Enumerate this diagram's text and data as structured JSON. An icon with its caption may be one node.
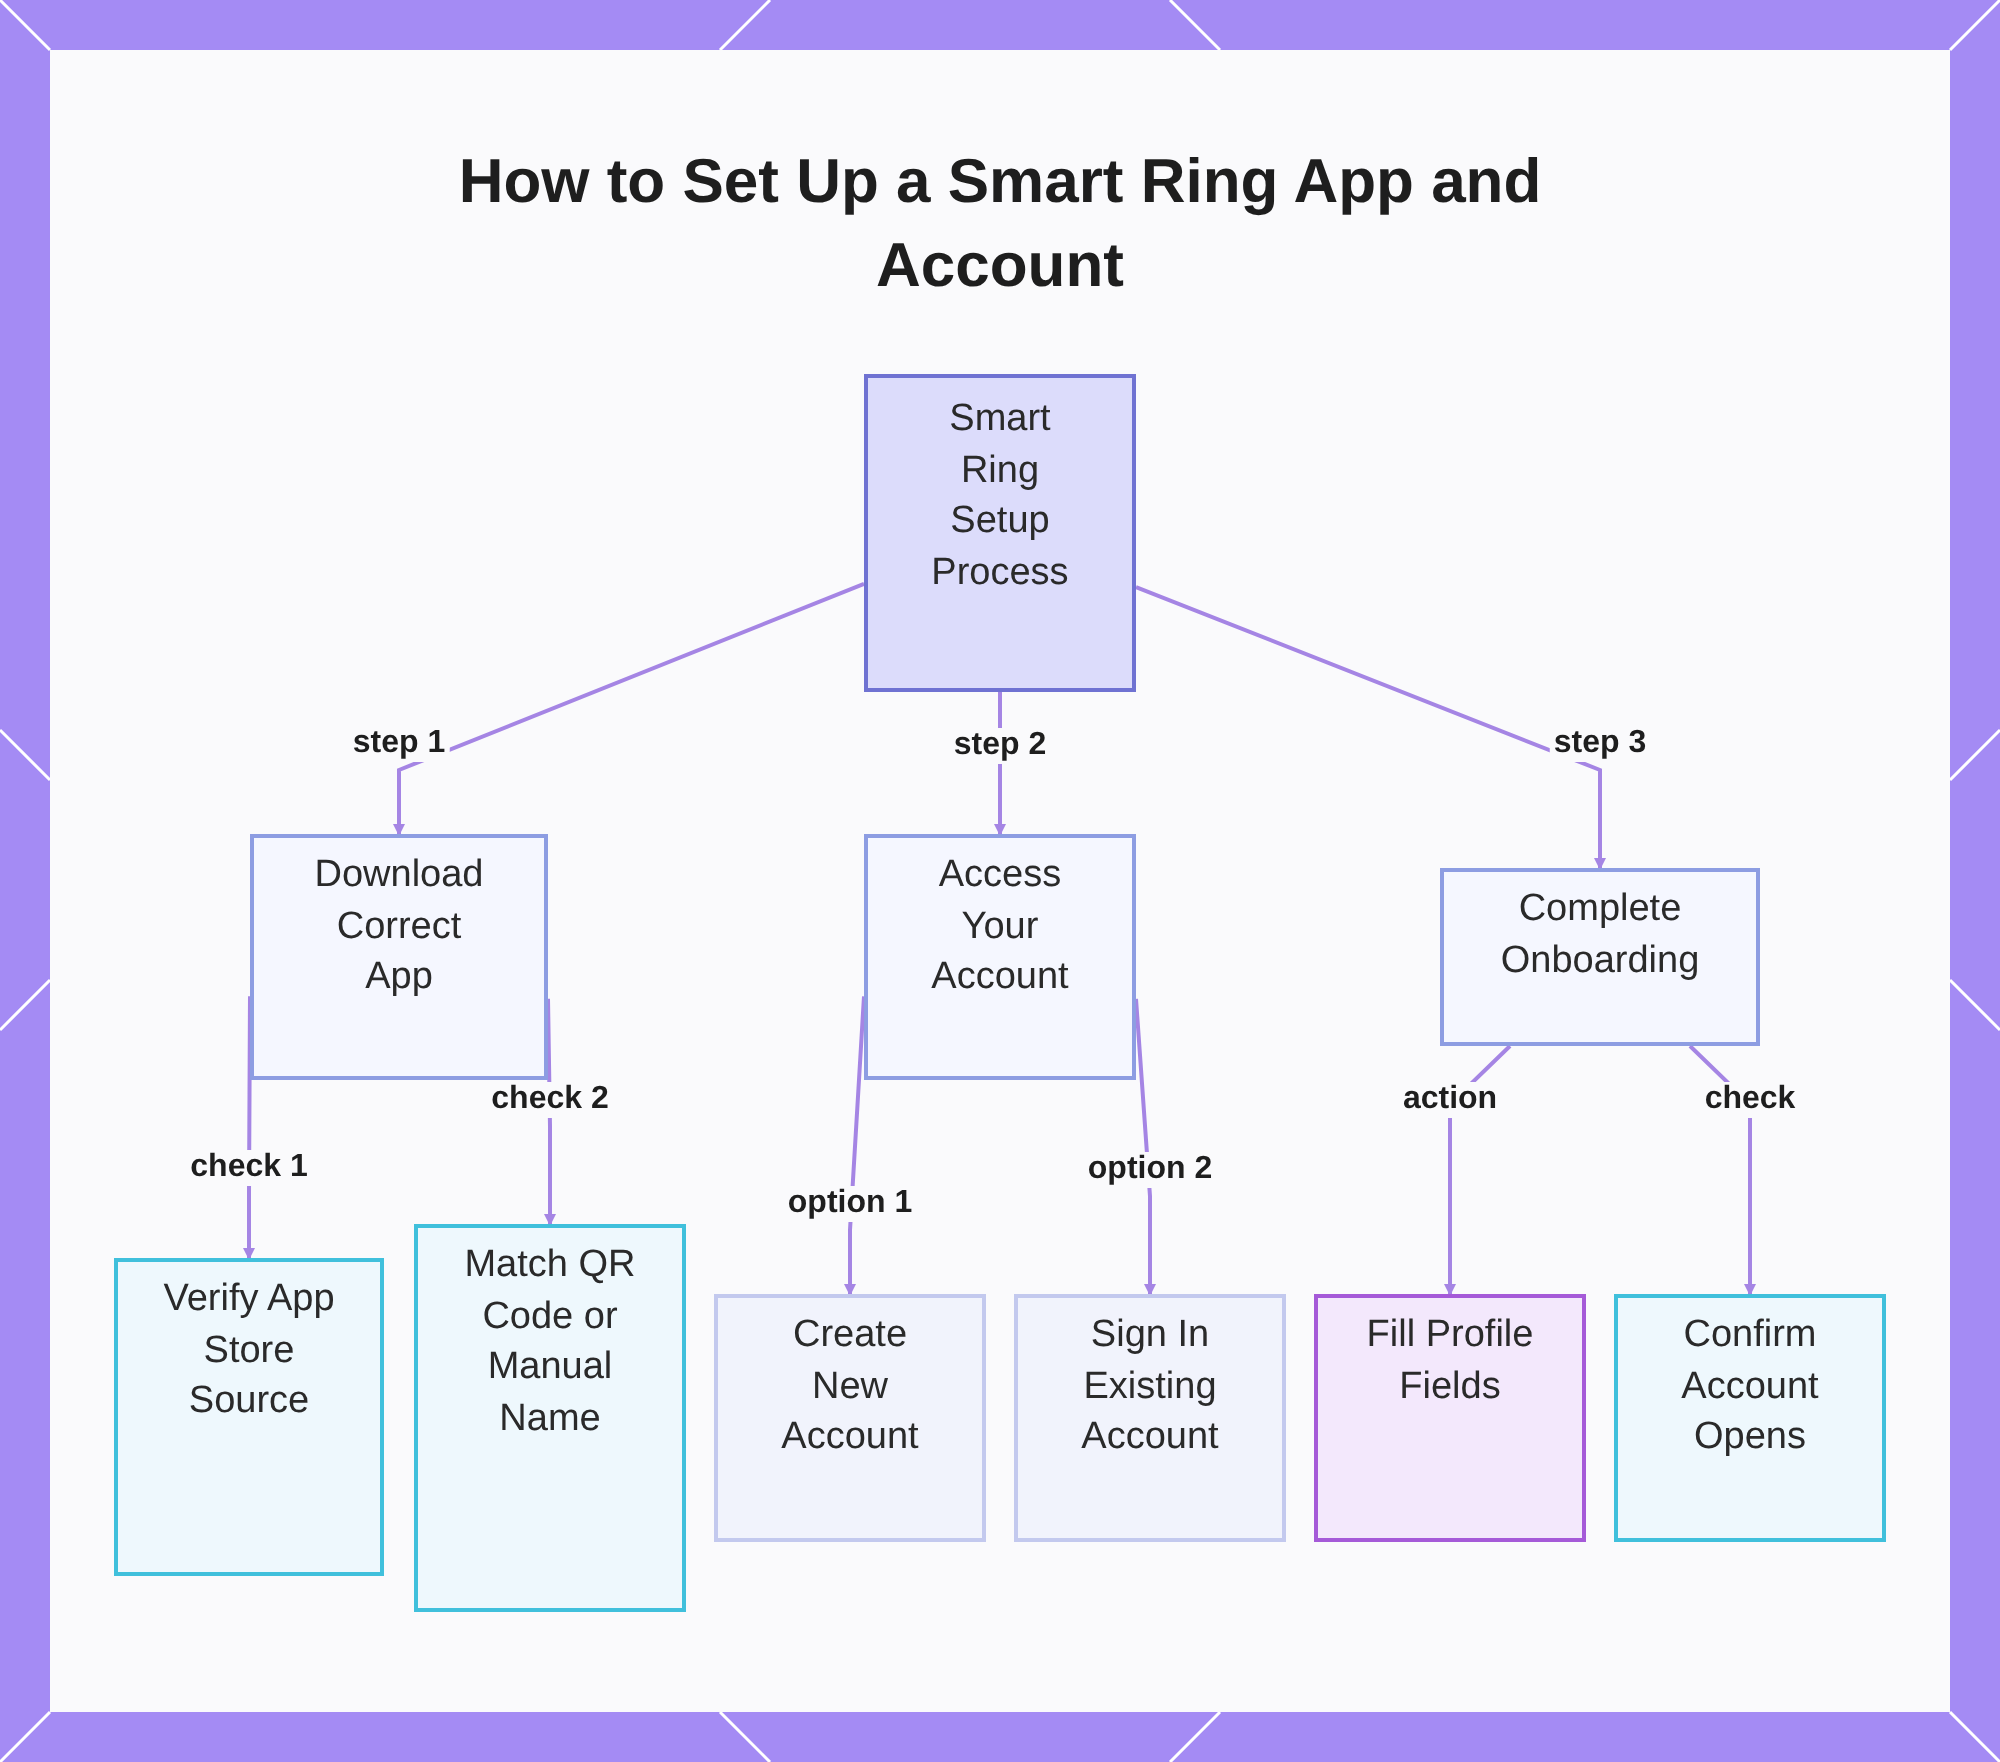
{
  "diagram": {
    "title": "How to Set Up a Smart Ring App and Account",
    "nodes": [
      {
        "text": [
          "Smart Ring Setup Process"
        ]
      },
      {
        "text": [
          "Download Correct App"
        ]
      },
      {
        "text": [
          "Access Your Account"
        ]
      },
      {
        "text": [
          "Complete Onboarding"
        ]
      },
      {
        "text": [
          "Verify App Store Source"
        ]
      },
      {
        "text": [
          "Match QR Code or Manual Name"
        ]
      },
      {
        "text": [
          "Create New Account"
        ]
      },
      {
        "text": [
          "Sign In Existing Account"
        ]
      },
      {
        "text": [
          "Fill Profile Fields"
        ]
      },
      {
        "text": [
          "Confirm Account Opens"
        ]
      }
    ],
    "edges": [
      {
        "from": 0,
        "to": 1,
        "arrow": "to",
        "label": "step 1"
      },
      {
        "from": 0,
        "to": 2,
        "arrow": "to",
        "label": "step 2"
      },
      {
        "from": 0,
        "to": 3,
        "arrow": "to",
        "label": "step 3"
      },
      {
        "from": 1,
        "to": 4,
        "arrow": "to",
        "label": "check 1"
      },
      {
        "from": 1,
        "to": 5,
        "arrow": "to",
        "label": "check 2"
      },
      {
        "from": 2,
        "to": 6,
        "arrow": "to",
        "label": "option 1"
      },
      {
        "from": 2,
        "to": 7,
        "arrow": "to",
        "label": "option 2"
      },
      {
        "from": 3,
        "to": 8,
        "arrow": "to",
        "label": "action"
      },
      {
        "from": 3,
        "to": 9,
        "arrow": "to",
        "label": "check"
      }
    ]
  }
}
